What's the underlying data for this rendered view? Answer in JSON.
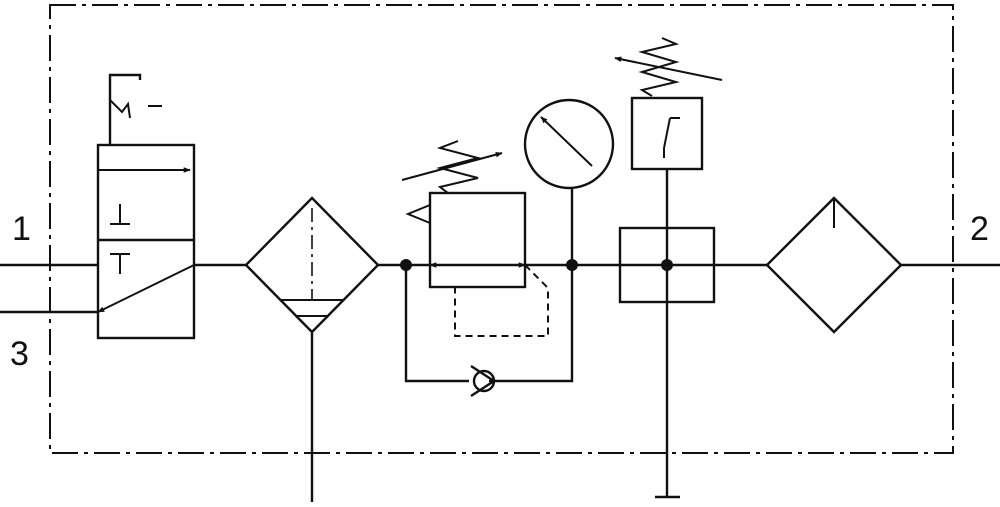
{
  "ports": {
    "inlet": "1",
    "outlet": "2",
    "exhaust": "3"
  }
}
